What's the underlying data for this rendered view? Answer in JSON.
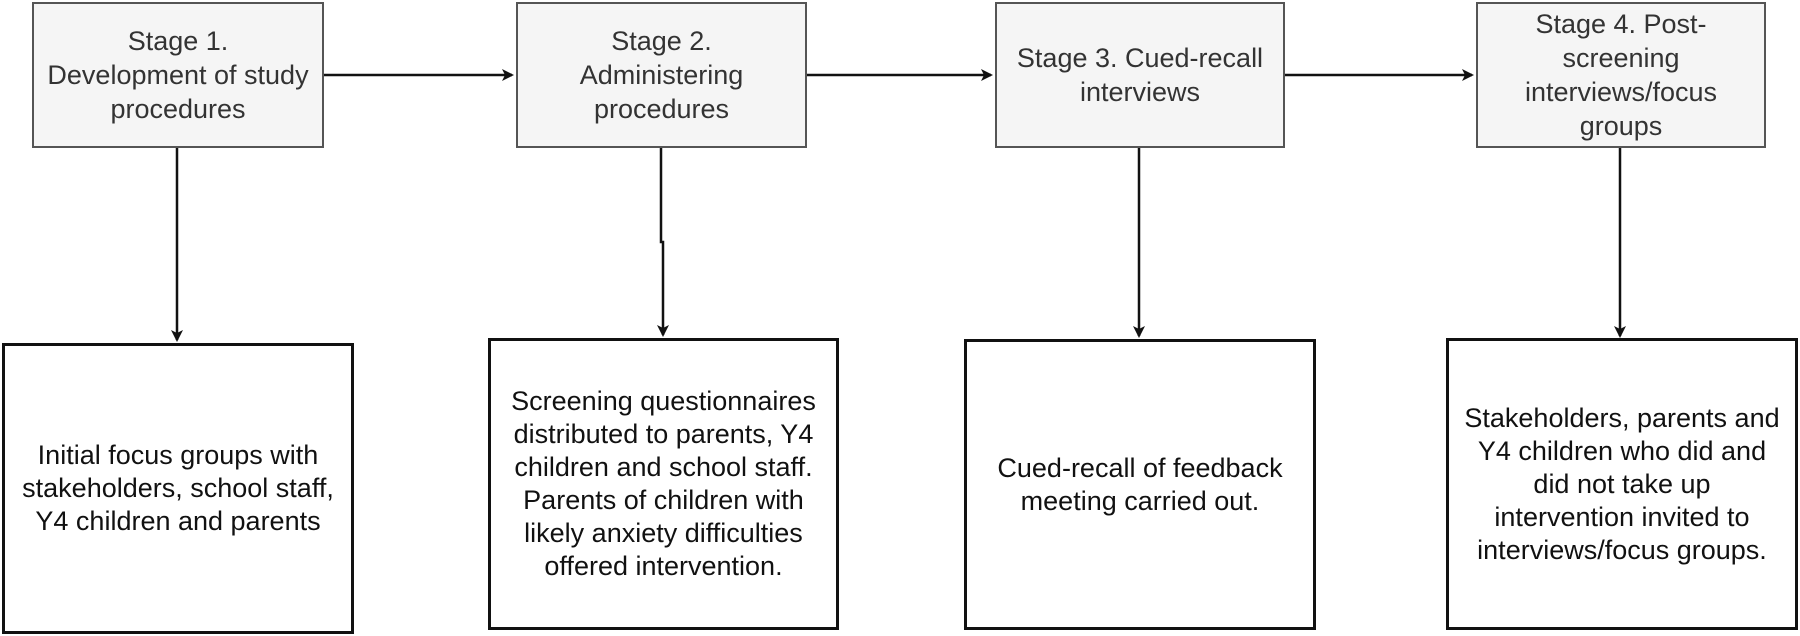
{
  "stages": [
    {
      "title": "Stage 1.\nDevelopment of study\nprocedures"
    },
    {
      "title": "Stage 2.\nAdministering\nprocedures"
    },
    {
      "title": "Stage 3. Cued-recall\ninterviews"
    },
    {
      "title": "Stage 4. Post-\nscreening\ninterviews/focus\ngroups"
    }
  ],
  "details": [
    {
      "text": "Initial focus groups with\nstakeholders, school staff,\nY4 children and parents"
    },
    {
      "text": "Screening questionnaires\ndistributed to parents, Y4\nchildren and school staff.\nParents of children with\nlikely anxiety difficulties\noffered intervention."
    },
    {
      "text": "Cued-recall of feedback\nmeeting carried out."
    },
    {
      "text": "Stakeholders, parents and\nY4 children who did and\ndid not take up\nintervention invited to\ninterviews/focus groups."
    }
  ],
  "colors": {
    "stage_fill": "#f5f5f5",
    "stage_border": "#555555",
    "detail_border": "#111111",
    "arrow": "#111111"
  }
}
